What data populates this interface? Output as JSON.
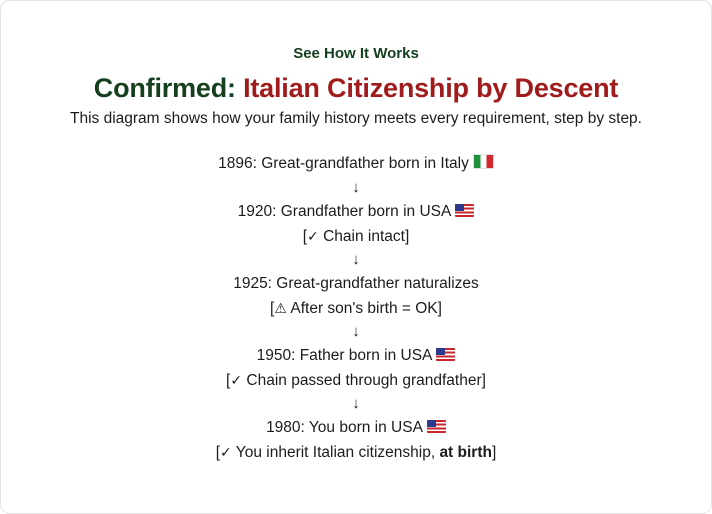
{
  "header": {
    "eyebrow": "See How It Works",
    "title_part1": "Confirmed: ",
    "title_part2": "Italian Citizenship by Descent",
    "subtitle": "This diagram shows how your family history meets every requirement, step by step."
  },
  "colors": {
    "green": "#163f1e",
    "red": "#a01c1c"
  },
  "timeline": {
    "arrow": "↓",
    "step1": "1896: Great-grandfather born in Italy",
    "step2": "1920: Grandfather born in USA",
    "step2_note": "Chain intact",
    "step3": "1925: Great-grandfather naturalizes",
    "step3_note": "After son's birth = OK",
    "step4": "1950: Father born in USA",
    "step4_note": "Chain passed through grandfather",
    "step5": "1980: You born in USA",
    "step5_note_prefix": "You inherit Italian citizenship, ",
    "step5_note_bold": "at birth",
    "check_glyph": "✓",
    "warn_glyph": "⚠",
    "open_bracket": "[",
    "close_bracket": "]",
    "flag_italy_icon": "italy-flag-icon",
    "flag_usa_icon": "usa-flag-icon"
  }
}
